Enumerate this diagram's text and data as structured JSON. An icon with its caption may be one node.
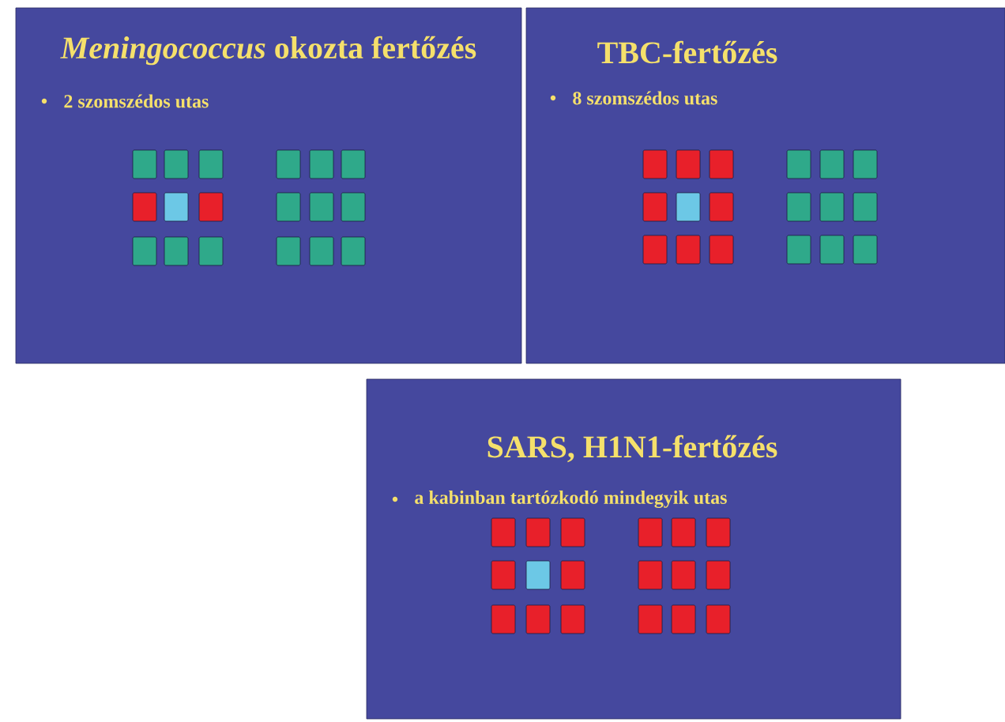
{
  "diagram": {
    "nodes": [
      {
        "text": [
          "*Meningococcus* okozta fertőzés",
          "2 szomszédos utas"
        ]
      },
      {
        "text": [
          "TBC-fertőzés",
          "8 szomszédos utas"
        ]
      },
      {
        "text": [
          "SARS, H1N1-fertőzés",
          "a kabinban tartózkodó mindegyik utas"
        ]
      }
    ]
  }
}
